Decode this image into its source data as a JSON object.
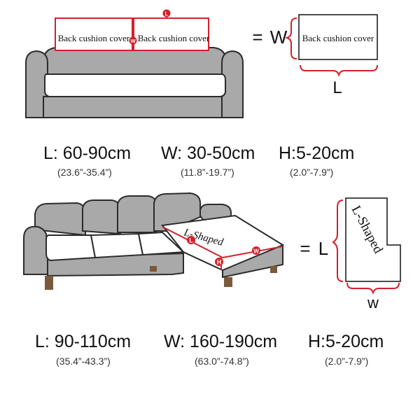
{
  "sofa_back_cushion": {
    "left_label": "Back cushion cover",
    "right_label": "Back cushion cover",
    "marker_l": "L",
    "marker_w": "W",
    "equals": "=",
    "w_label": "W",
    "cover_label": "Back cushion cover",
    "l_label": "L",
    "dims": {
      "length": "L: 60-90cm",
      "length_in": "(23.6”-35.4”)",
      "width": "W: 30-50cm",
      "width_in": "(11.8”-19.7”)",
      "height": "H:5-20cm",
      "height_in": "(2.0”-7.9”)"
    }
  },
  "sofa_l_shaped": {
    "chaise_label": "L-Shaped",
    "marker_l": "L",
    "marker_w": "W",
    "marker_h": "H",
    "equals": "=",
    "l_label": "L",
    "cover_label": "L-Shaped",
    "w_label": "w",
    "dims": {
      "length": "L: 90-110cm",
      "length_in": "(35.4”-43.3”)",
      "width": "W: 160-190cm",
      "width_in": "(63.0”-74.8”)",
      "height": "H:5-20cm",
      "height_in": "(2.0”-7.9”)"
    }
  },
  "colors": {
    "sofa_gray": "#a9a9a9",
    "outline": "#2b2b2b",
    "accent_red": "#d4202a",
    "cushion_white": "#ffffff"
  }
}
